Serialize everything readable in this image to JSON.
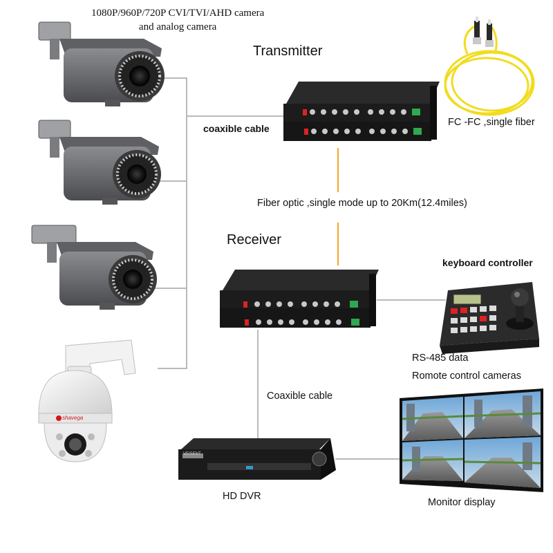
{
  "labels": {
    "camera_line1": "1080P/960P/720P CVI/TVI/AHD camera",
    "camera_line2": "and analog camera",
    "transmitter": "Transmitter",
    "coax_top": "coaxible cable",
    "fiber_cable": "FC -FC ,single fiber",
    "fiber_link": "Fiber optic ,single mode up to 20Km(12.4miles)",
    "receiver": "Receiver",
    "keyboard": "keyboard controller",
    "rs485": "RS-485 data",
    "remote": "Romote control cameras",
    "coax_bottom": "Coaxible cable",
    "dvr": "HD DVR",
    "monitor": "Monitor display",
    "ptz_brand": "shavega",
    "dvr_brand": "VEISENT"
  },
  "colors": {
    "wire": "#b9b9b9",
    "fiber": "#f5a623",
    "device_body": "#1c1c1c",
    "camera_gray": "#6b6d70"
  }
}
